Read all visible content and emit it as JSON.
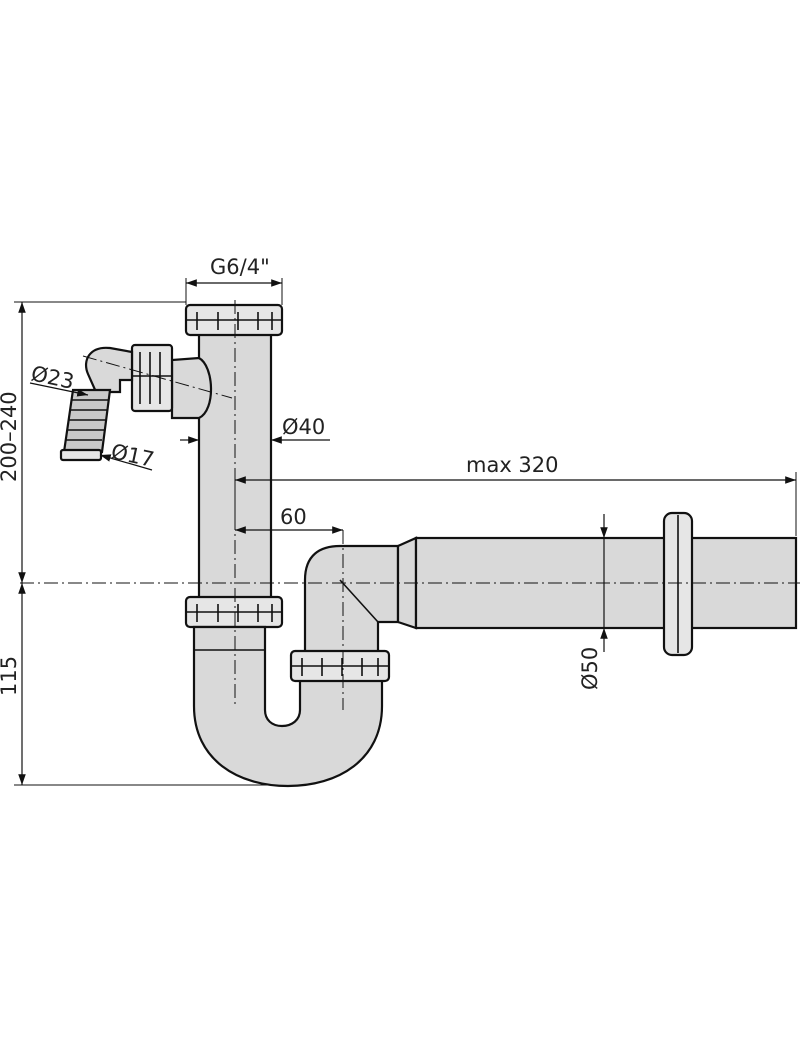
{
  "labels": {
    "thread_size": "G6/4\"",
    "height_range": "200–240",
    "height_lower": "115",
    "inlet_outer_diameter": "Ø23",
    "inlet_inner_diameter": "Ø17",
    "vertical_pipe_diameter": "Ø40",
    "outlet_length": "max 320",
    "offset": "60",
    "outlet_diameter": "Ø50"
  },
  "colors": {
    "line": "#111111",
    "pipe_fill": "#d9d9d9",
    "background": "#ffffff"
  }
}
